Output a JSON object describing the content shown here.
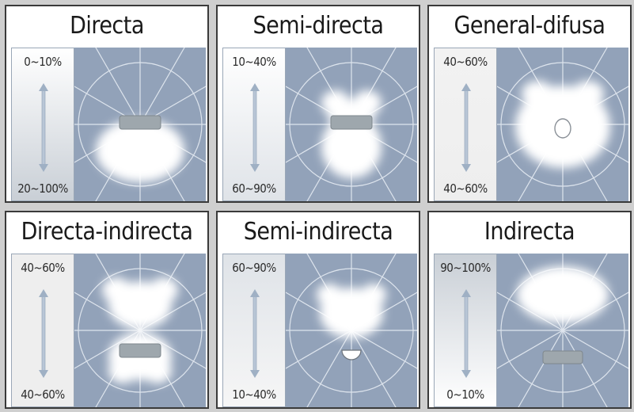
{
  "panels": [
    {
      "title": "Directa",
      "upper": "0~10%",
      "lower": "20~100%",
      "type": "direct"
    },
    {
      "title": "Semi-directa",
      "upper": "10~40%",
      "lower": "60~90%",
      "type": "semi-direct"
    },
    {
      "title": "General-difusa",
      "upper": "40~60%",
      "lower": "40~60%",
      "type": "diffuse"
    },
    {
      "title": "Directa-indirecta",
      "upper": "40~60%",
      "lower": "40~60%",
      "type": "direct-indirect"
    },
    {
      "title": "Semi-indirecta",
      "upper": "60~90%",
      "lower": "10~40%",
      "type": "semi-indirect"
    },
    {
      "title": "Indirecta",
      "upper": "90~100%",
      "lower": "0~10%",
      "type": "indirect"
    }
  ],
  "colors": {
    "diagram_bg": "#92a2b9",
    "grid_line": "#e6ecf3",
    "glow": "#ffffff",
    "luminaire": "#9ea7ad"
  }
}
